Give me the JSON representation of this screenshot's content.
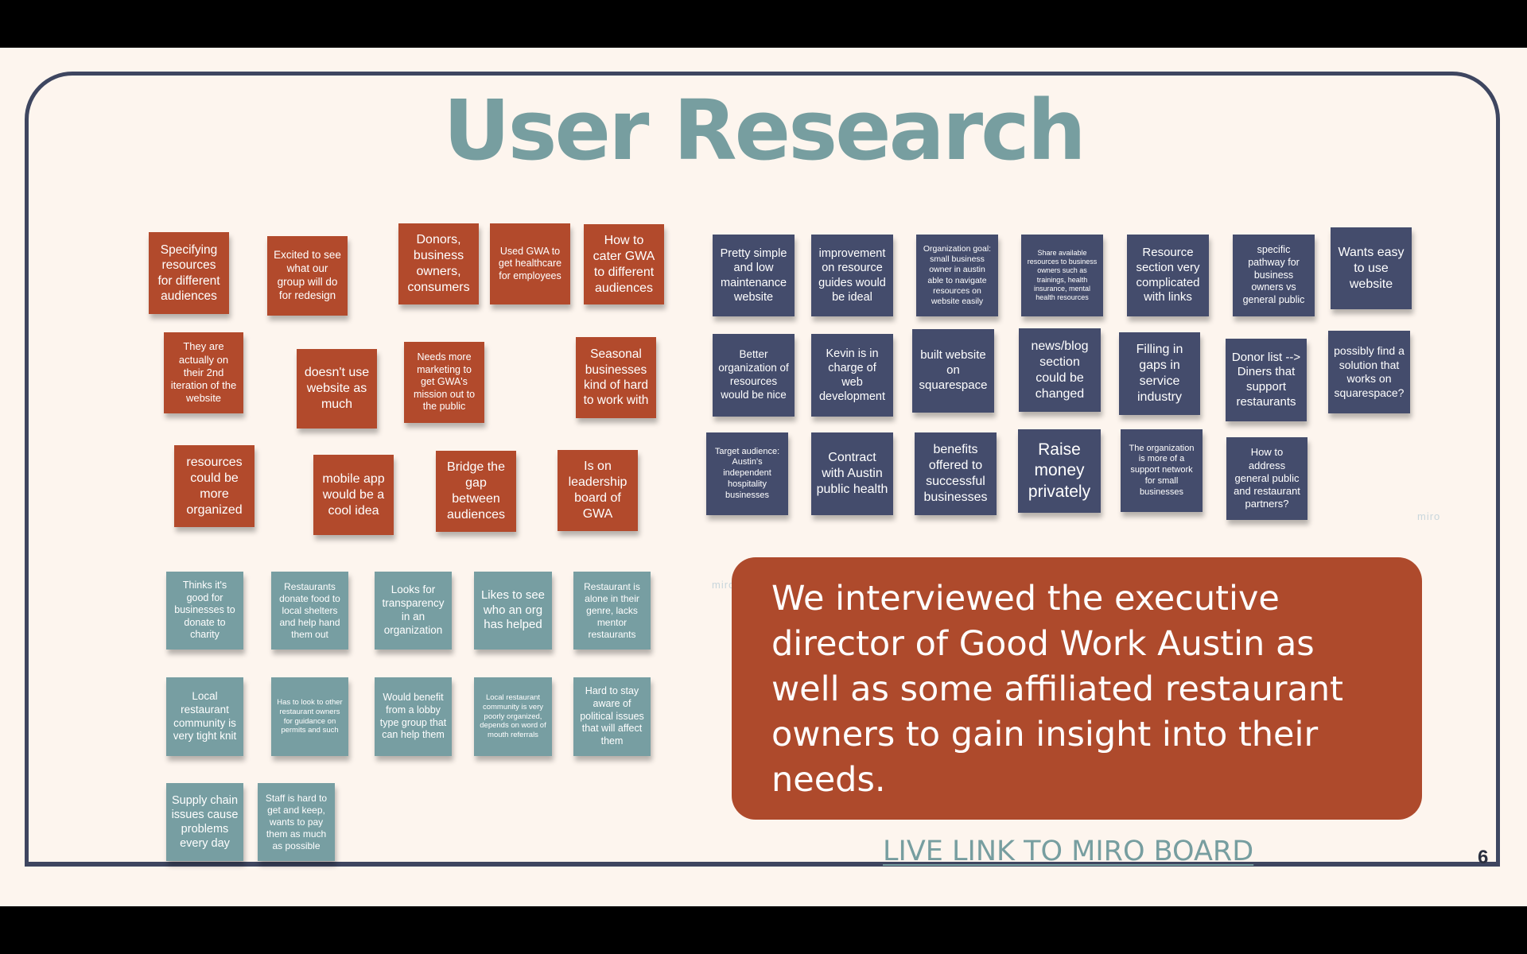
{
  "slide": {
    "title": "User Research",
    "page_number": "6",
    "callout": "We interviewed the executive director of Good Work Austin as well as some affiliated restaurant owners to gain insight into their needs.",
    "link_text": "LIVE LINK TO MIRO BOARD",
    "watermark": "miro",
    "colors": {
      "background": "#fdf5ee",
      "title": "#779ea0",
      "orange_note": "#b24a2c",
      "navy_note": "#444c6c",
      "teal_note": "#779ea2",
      "frame": "#3e4660"
    }
  },
  "orange_notes": [
    "Specifying resources for different audiences",
    "Excited to see what our group will do for redesign",
    "Donors, business owners, consumers",
    "Used GWA to get healthcare for employees",
    "How to cater GWA to different audiences",
    "They are actually on their 2nd iteration of the website",
    "doesn't use website as much",
    "Needs more marketing to get GWA's mission out to the public",
    "Seasonal businesses kind of hard to work with",
    "resources could be more organized",
    "mobile app would be a cool idea",
    "Bridge the gap between audiences",
    "Is on leadership board of GWA"
  ],
  "navy_notes": [
    "Pretty simple and low maintenance website",
    "improvement on resource guides would be ideal",
    "Organization goal: small business owner in austin able to navigate resources on website easily",
    "Share available resources to business owners such as trainings, health insurance, mental health resources",
    "Resource section very complicated with links",
    "specific pathway for business owners vs general public",
    "Wants easy to use website",
    "Better organization of resources would be nice",
    "Kevin is in charge of web development",
    "built website on squarespace",
    "news/blog section could be changed",
    "Filling in gaps in service industry",
    "Donor list --> Diners that support restaurants",
    "possibly find a solution that works on squarespace?",
    "Target audience: Austin's independent hospitality businesses",
    "Contract with Austin public health",
    "benefits offered to successful businesses",
    "Raise money privately",
    "The organization is more of a support network for small businesses",
    "How to address general public and restaurant partners?"
  ],
  "teal_notes": [
    "Thinks it's good for businesses to donate to charity",
    "Restaurants donate food to local shelters and help hand them out",
    "Looks for transparency in an organization",
    "Likes to see who an org has helped",
    "Restaurant is alone in their genre, lacks mentor restaurants",
    "Local restaurant community is very tight knit",
    "Has to look to other restaurant owners for guidance on permits and such",
    "Would benefit from a lobby type group that can help them",
    "Local restaurant community is very poorly organized, depends on word of mouth referrals",
    "Hard to stay aware of political issues that will affect them",
    "Supply chain issues cause problems every day",
    "Staff is hard to get and keep, wants to pay them as much as possible"
  ]
}
